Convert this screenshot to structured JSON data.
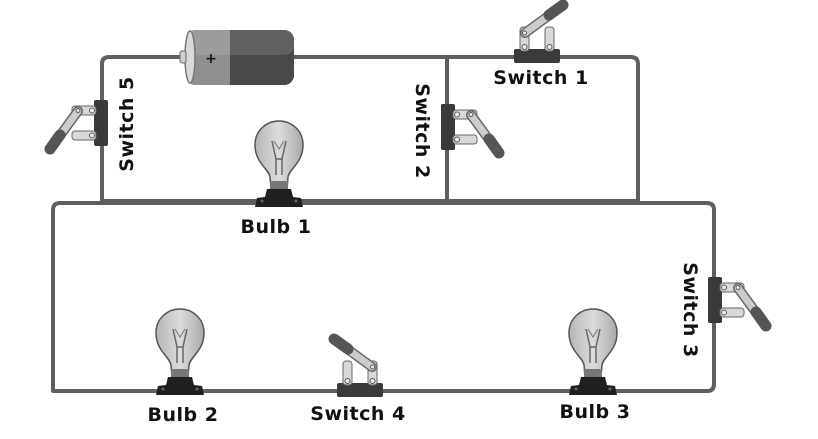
{
  "diagram": {
    "title": "Circuit with switches and bulbs",
    "colors": {
      "wire": "#5f5f5f",
      "battery_light": "#9a9a9a",
      "battery_dark": "#555555",
      "switch_base": "#3a3a3a",
      "switch_handle": "#555555",
      "bulb_glass": "#c8c8c8",
      "bulb_base": "#222222"
    },
    "battery": {
      "symbol": "+"
    },
    "switches": [
      {
        "id": "switch-1",
        "label": "Switch 1",
        "state": "open"
      },
      {
        "id": "switch-2",
        "label": "Switch 2",
        "state": "open"
      },
      {
        "id": "switch-3",
        "label": "Switch 3",
        "state": "open"
      },
      {
        "id": "switch-4",
        "label": "Switch 4",
        "state": "open"
      },
      {
        "id": "switch-5",
        "label": "Switch 5",
        "state": "open"
      }
    ],
    "bulbs": [
      {
        "id": "bulb-1",
        "label": "Bulb 1"
      },
      {
        "id": "bulb-2",
        "label": "Bulb 2"
      },
      {
        "id": "bulb-3",
        "label": "Bulb 3"
      }
    ]
  }
}
